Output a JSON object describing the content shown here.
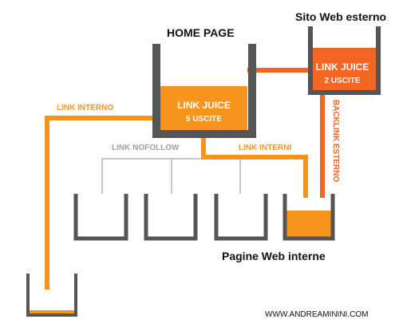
{
  "colors": {
    "orange": "#f7941d",
    "dark_orange": "#f26522",
    "container": "#555555",
    "gray_line": "#c8c8c8",
    "gray_text": "#a0a0a0",
    "text": "#111111"
  },
  "home_page": {
    "title": "HOME PAGE",
    "juice_title": "LINK JUICE",
    "juice_sub": "5 USCITE"
  },
  "external_site": {
    "title": "Sito Web esterno",
    "juice_title": "LINK JUICE",
    "juice_sub": "2 USCITE"
  },
  "labels": {
    "internal_link": "LINK INTERNO",
    "nofollow": "LINK NOFOLLOW",
    "internal_links": "LINK INTERNI",
    "backlink": "BACKLINK ESTERNO",
    "internal_pages": "Pagine Web interne",
    "website": "WWW.ANDREAMININI.COM"
  }
}
